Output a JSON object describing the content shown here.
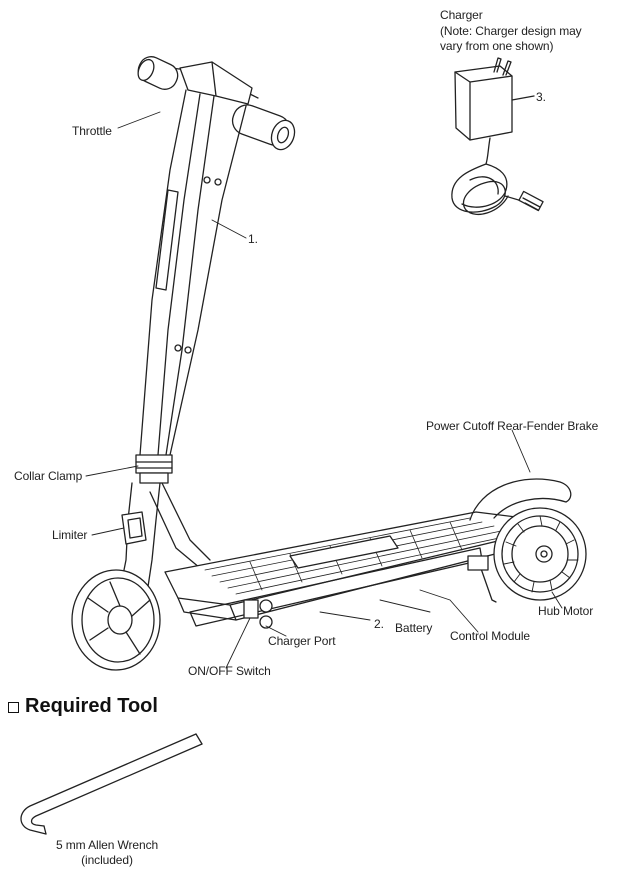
{
  "charger": {
    "title": "Charger",
    "note": "(Note: Charger design may\nvary from one shown)",
    "number": "3."
  },
  "labels": {
    "throttle": "Throttle",
    "stem_number": "1.",
    "power_cutoff": "Power Cutoff Rear-Fender Brake",
    "collar_clamp": "Collar Clamp",
    "limiter": "Limiter",
    "hub_motor": "Hub Motor",
    "control_module": "Control Module",
    "battery": "Battery",
    "deck_number": "2.",
    "charger_port": "Charger Port",
    "on_off_switch": "ON/OFF Switch"
  },
  "required_tool": {
    "heading": "Required Tool",
    "tool_name": "5 mm Allen Wrench\n(included)"
  },
  "icons": {
    "checkbox": "empty-checkbox-icon",
    "allen_wrench": "allen-wrench-icon",
    "scooter": "scooter-illustration",
    "charger": "charger-illustration"
  },
  "colors": {
    "ink": "#222222",
    "background": "#ffffff"
  }
}
